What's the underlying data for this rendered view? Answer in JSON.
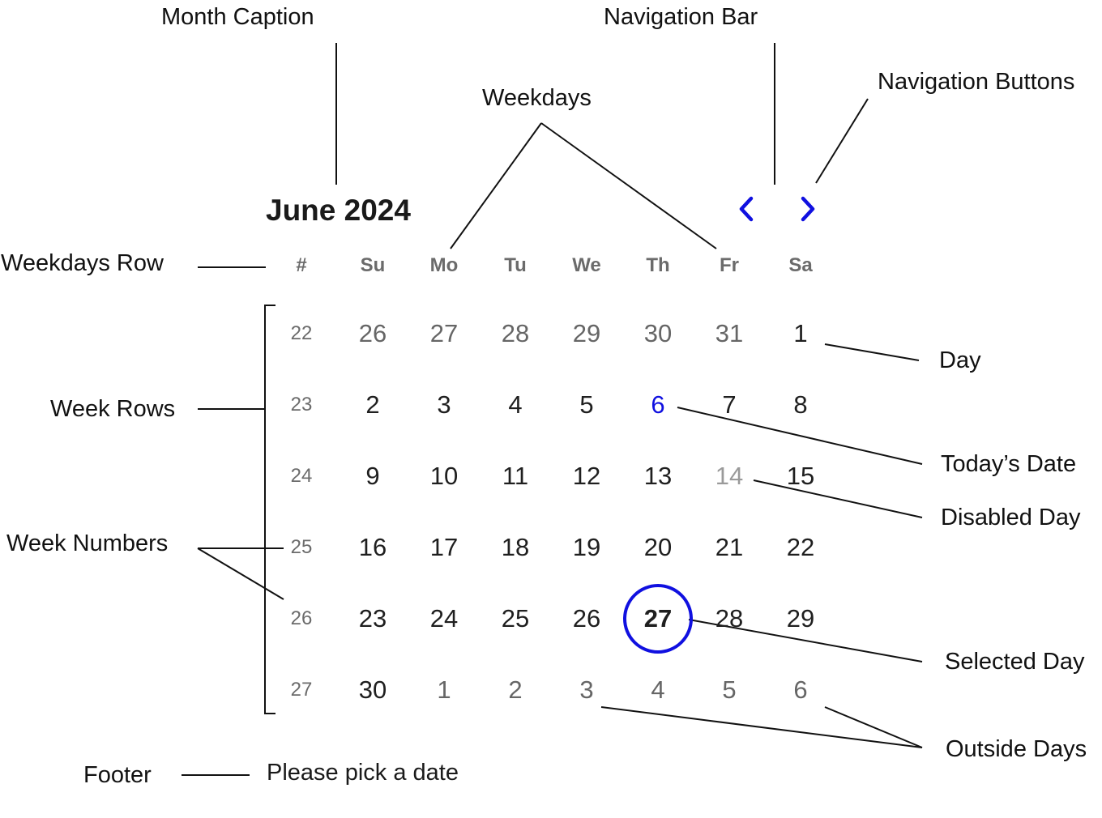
{
  "annotations": {
    "month_caption": "Month Caption",
    "navigation_bar": "Navigation Bar",
    "navigation_buttons": "Navigation Buttons",
    "weekdays": "Weekdays",
    "weekdays_row": "Weekdays Row",
    "week_rows": "Week Rows",
    "week_numbers": "Week Numbers",
    "footer": "Footer",
    "day": "Day",
    "todays_date": "Today’s Date",
    "disabled_day": "Disabled Day",
    "selected_day": "Selected Day",
    "outside_days": "Outside Days"
  },
  "calendar": {
    "caption": "June 2024",
    "prev_icon": "chevron-left-icon",
    "next_icon": "chevron-right-icon",
    "week_number_header": "#",
    "weekdays": [
      "Su",
      "Mo",
      "Tu",
      "We",
      "Th",
      "Fr",
      "Sa"
    ],
    "weeks": [
      {
        "number": "22",
        "days": [
          {
            "label": "26",
            "state": "outside"
          },
          {
            "label": "27",
            "state": "outside"
          },
          {
            "label": "28",
            "state": "outside"
          },
          {
            "label": "29",
            "state": "outside"
          },
          {
            "label": "30",
            "state": "outside"
          },
          {
            "label": "31",
            "state": "outside"
          },
          {
            "label": "1",
            "state": "normal"
          }
        ]
      },
      {
        "number": "23",
        "days": [
          {
            "label": "2",
            "state": "normal"
          },
          {
            "label": "3",
            "state": "normal"
          },
          {
            "label": "4",
            "state": "normal"
          },
          {
            "label": "5",
            "state": "normal"
          },
          {
            "label": "6",
            "state": "today"
          },
          {
            "label": "7",
            "state": "normal"
          },
          {
            "label": "8",
            "state": "normal"
          }
        ]
      },
      {
        "number": "24",
        "days": [
          {
            "label": "9",
            "state": "normal"
          },
          {
            "label": "10",
            "state": "normal"
          },
          {
            "label": "11",
            "state": "normal"
          },
          {
            "label": "12",
            "state": "normal"
          },
          {
            "label": "13",
            "state": "normal"
          },
          {
            "label": "14",
            "state": "disabled"
          },
          {
            "label": "15",
            "state": "normal"
          }
        ]
      },
      {
        "number": "25",
        "days": [
          {
            "label": "16",
            "state": "normal"
          },
          {
            "label": "17",
            "state": "normal"
          },
          {
            "label": "18",
            "state": "normal"
          },
          {
            "label": "19",
            "state": "normal"
          },
          {
            "label": "20",
            "state": "normal"
          },
          {
            "label": "21",
            "state": "normal"
          },
          {
            "label": "22",
            "state": "normal"
          }
        ]
      },
      {
        "number": "26",
        "days": [
          {
            "label": "23",
            "state": "normal"
          },
          {
            "label": "24",
            "state": "normal"
          },
          {
            "label": "25",
            "state": "normal"
          },
          {
            "label": "26",
            "state": "normal"
          },
          {
            "label": "27",
            "state": "selected"
          },
          {
            "label": "28",
            "state": "normal"
          },
          {
            "label": "29",
            "state": "normal"
          }
        ]
      },
      {
        "number": "27",
        "days": [
          {
            "label": "30",
            "state": "normal"
          },
          {
            "label": "1",
            "state": "outside"
          },
          {
            "label": "2",
            "state": "outside"
          },
          {
            "label": "3",
            "state": "outside"
          },
          {
            "label": "4",
            "state": "outside"
          },
          {
            "label": "5",
            "state": "outside"
          },
          {
            "label": "6",
            "state": "outside"
          }
        ]
      }
    ],
    "footer": "Please pick a date"
  },
  "colors": {
    "accent": "#1010e0",
    "text": "#1f1f1f",
    "muted": "#6b6b6b",
    "disabled": "#9a9a9a",
    "leader_line": "#111111"
  }
}
